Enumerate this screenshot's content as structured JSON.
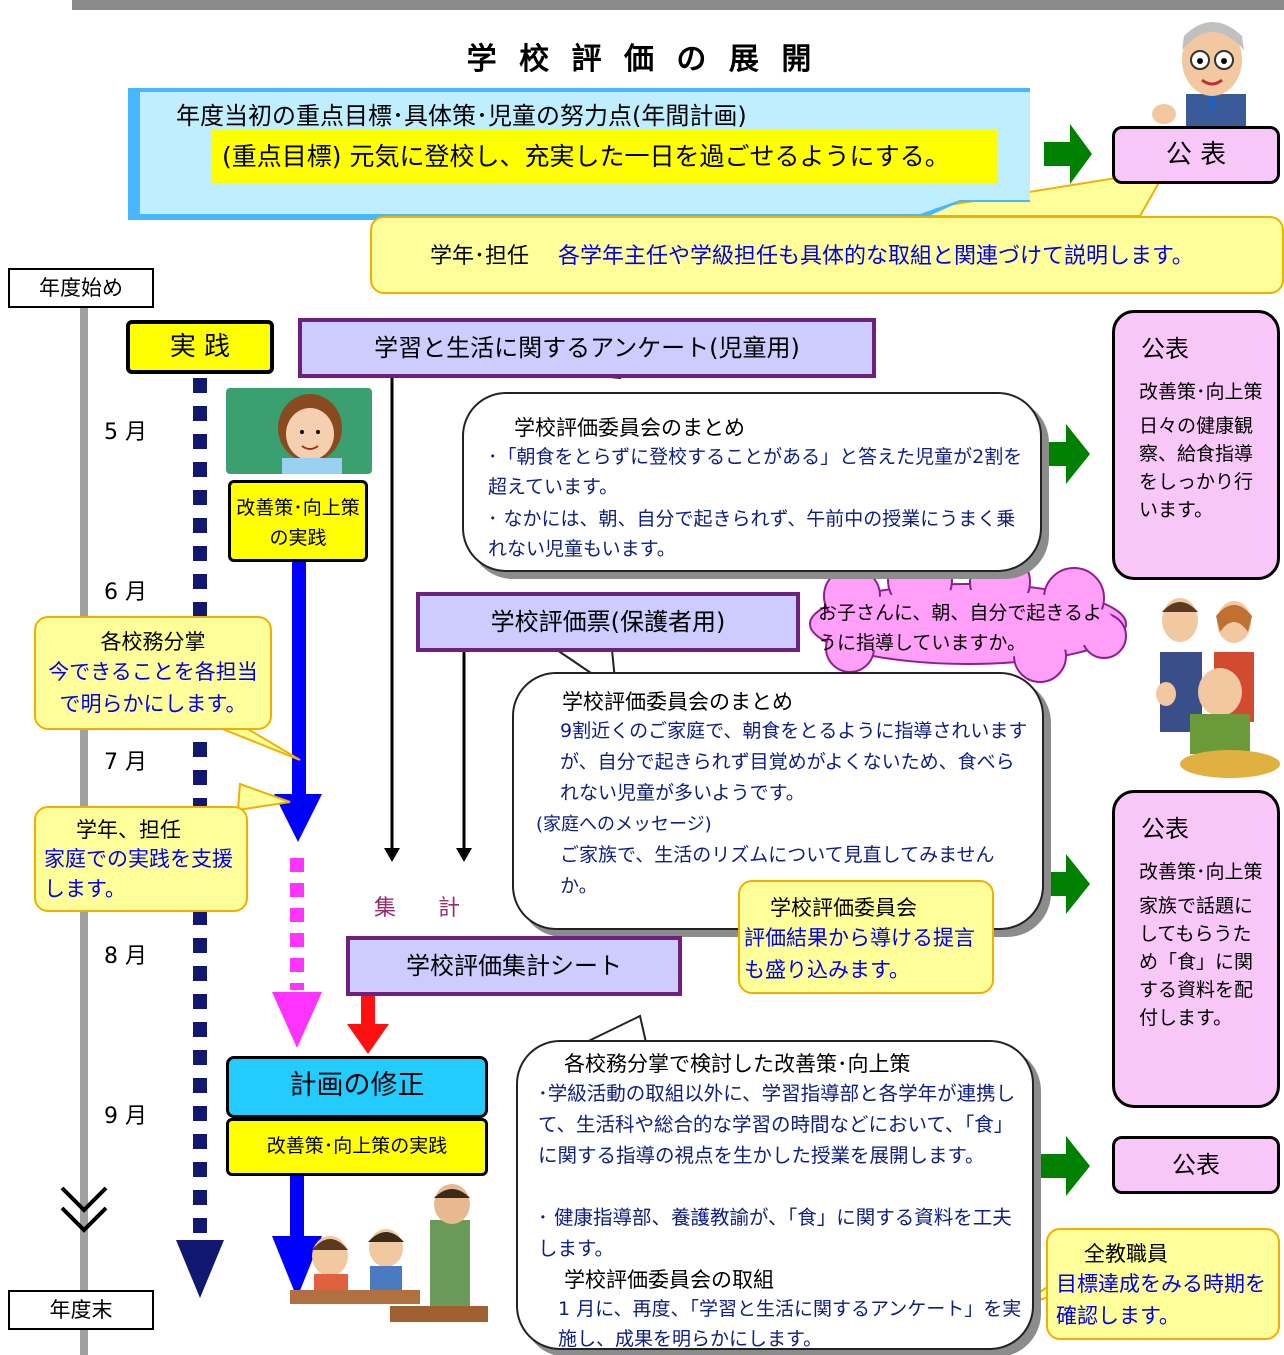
{
  "title": "学 校 評 価 の 展 開",
  "plan": {
    "heading": "年度当初の重点目標･具体策･児童の努力点(年間計画)",
    "goal": "(重点目標) 元気に登校し、充実した一日を過ごせるようにする。"
  },
  "publish": {
    "top": "公 表",
    "side1_title": "公表",
    "side1_sub": "改善策･向上策",
    "side1_body": "日々の健康観察、給食指導をしっかり行います。",
    "side2_title": "公表",
    "side2_sub": "改善策･向上策",
    "side2_body": "家族で話題にしてもらうため「食」に関する資料を配付します。",
    "bottom": "公表"
  },
  "grade_note": {
    "label": "学年･担任",
    "text": "各学年主任や学級担任も具体的な取組と関連づけて説明します。"
  },
  "timeline": {
    "start": "年度始め",
    "end": "年度末",
    "months": [
      "5 月",
      "6 月",
      "7 月",
      "8 月",
      "9 月"
    ]
  },
  "practice": {
    "label": "実  践",
    "improve": "改善策･向上策の実践",
    "revise": "計画の修正",
    "improve2": "改善策･向上策の実践"
  },
  "callouts": {
    "affairs_title": "各校務分掌",
    "affairs_text": "今できることを各担当で明らかにします。",
    "homeroom_title": "学年、担任",
    "homeroom_text": "家庭での実践を支援します。",
    "committee_title": "学校評価委員会",
    "committee_text": "評価結果から導ける提言も盛り込みます。",
    "staff_title": "全教職員",
    "staff_text": "目標達成をみる時期を確認します。"
  },
  "surveys": {
    "student": "学習と生活に関するアンケート(児童用)",
    "parent": "学校評価票(保護者用)",
    "sheet": "学校評価集計シート",
    "tally": "集      計"
  },
  "cloud": "お子さんに、朝、自分で起きるように指導していますか。",
  "summary1": {
    "title": "学校評価委員会のまとめ",
    "item1": "･「朝食をとらずに登校することがある」と答えた児童が2割を超えています。",
    "item2": "･ なかには、朝、自分で起きられず、午前中の授業にうまく乗れない児童もいます。"
  },
  "summary2": {
    "title": "学校評価委員会のまとめ",
    "body": "9割近くのご家庭で、朝食をとるように指導されいますが、自分で起きられず目覚めがよくないため、食べられない児童が多いようです。",
    "msg_label": "(家庭へのメッセージ)",
    "msg": "ご家族で、生活のリズムについて見直してみませんか。"
  },
  "summary3": {
    "title": "各校務分掌で検討した改善策･向上策",
    "item1": "･学級活動の取組以外に、学習指導部と各学年が連携して、生活科や総合的な学習の時間などにおいて、「食」に関する指導の視点を生かした授業を展開します。",
    "item2": "･ 健康指導部、養護教諭が、「食」に関する資料を工夫します。",
    "sub_title": "学校評価委員会の取組",
    "sub_text": "1 月に、再度、「学習と生活に関するアンケート」を実施し、成果を明らかにします。"
  }
}
